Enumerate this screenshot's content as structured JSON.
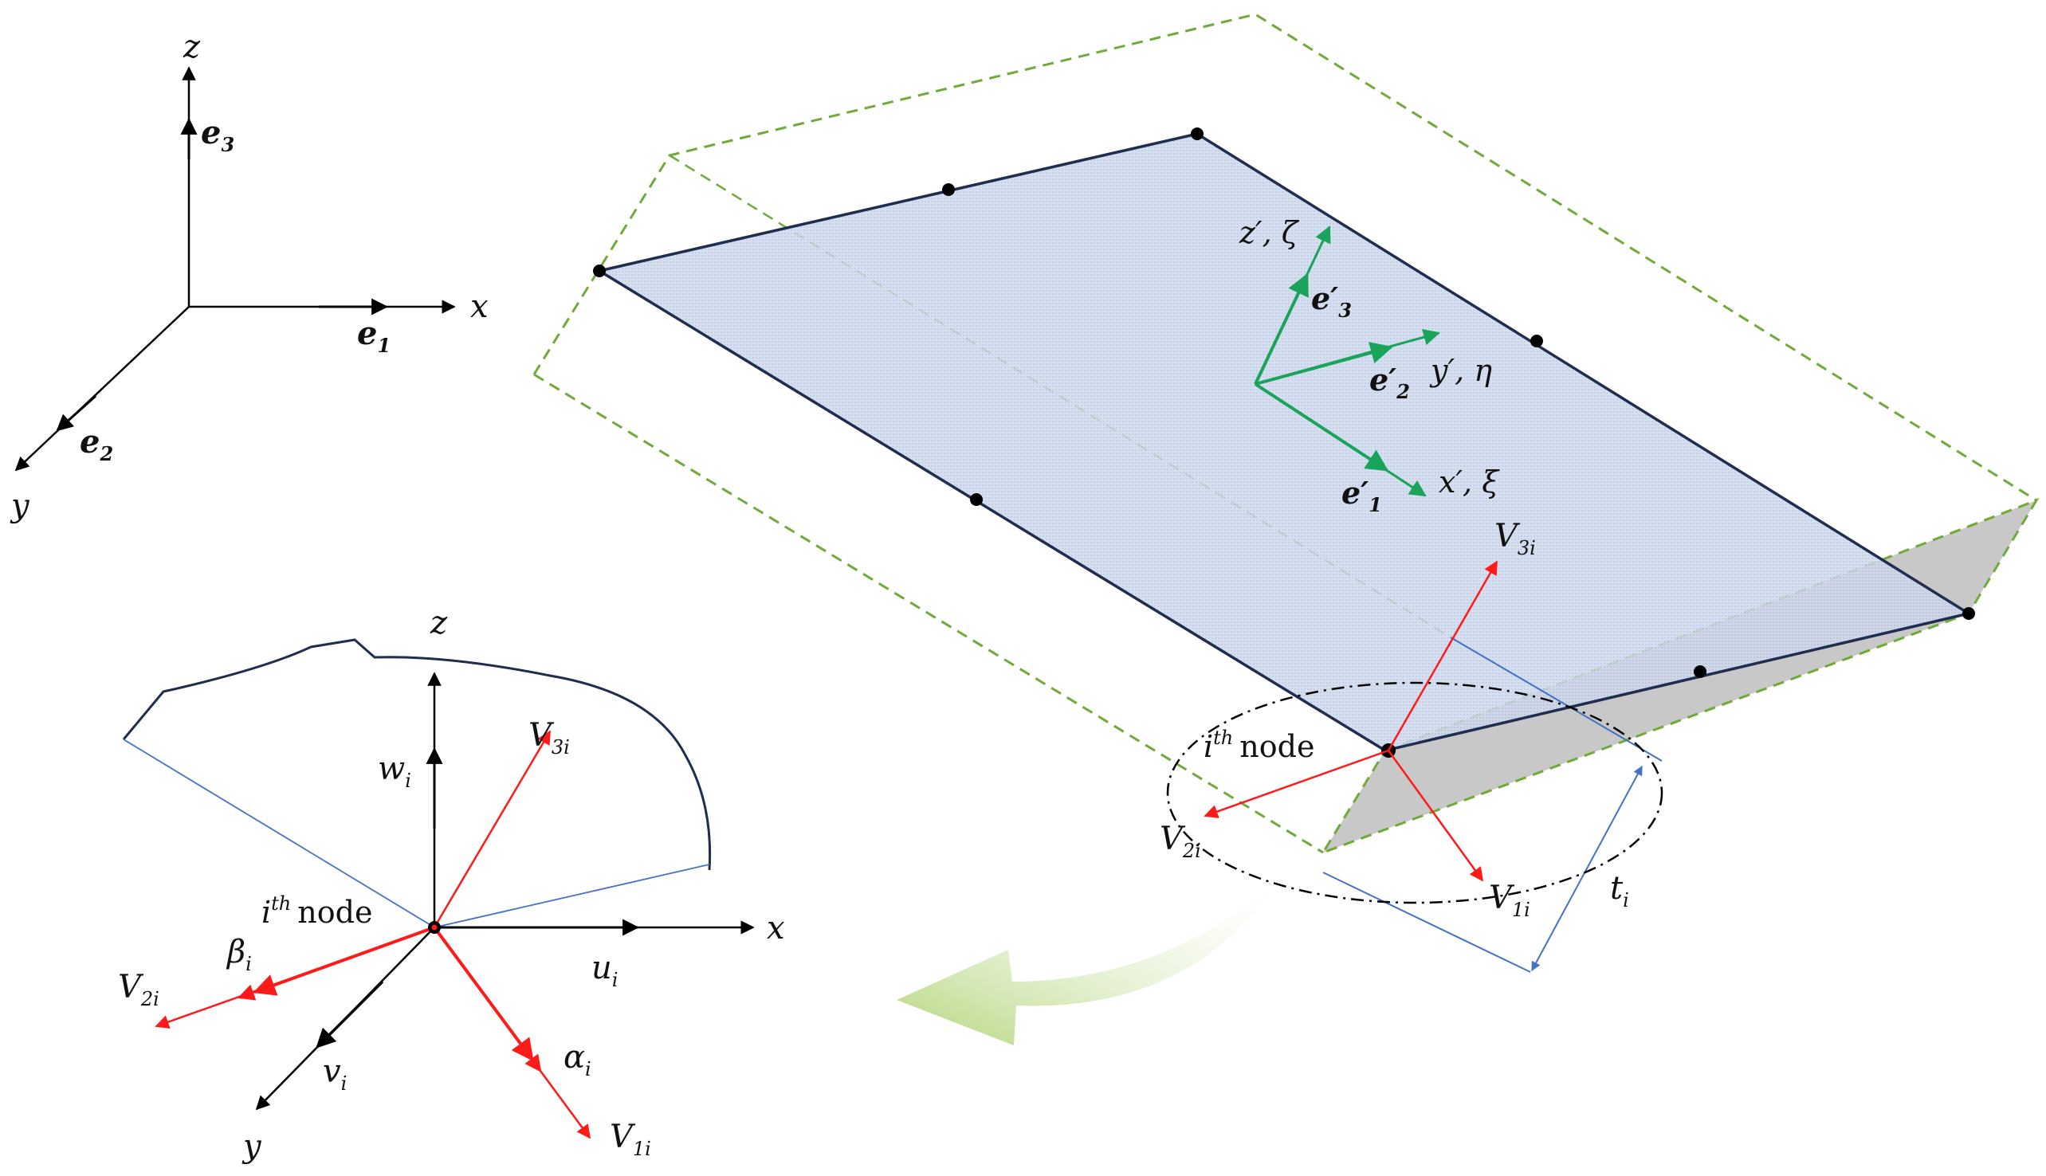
{
  "colors": {
    "dark_edge": "#1f2d4e",
    "plate_fill": "#c9d5ea",
    "dashed_green": "#6faa3a",
    "green_axes": "#1aa35a",
    "red_vectors": "#ff1a1a",
    "blue_line": "#4472c4",
    "gray_section": "#c8c8c8",
    "curved_arrow": "#b5d77c"
  },
  "global_axes": {
    "z": "z",
    "x": "x",
    "y": "y",
    "e1": "e",
    "e1_sub": "1",
    "e2": "e",
    "e2_sub": "2",
    "e3": "e",
    "e3_sub": "3"
  },
  "local_axes": {
    "z_prime": "z′, ζ",
    "y_prime": "y′, η",
    "x_prime": "x′, ξ",
    "e1p": "e′",
    "e1p_sub": "1",
    "e2p": "e′",
    "e2p_sub": "2",
    "e3p": "e′",
    "e3p_sub": "3"
  },
  "element_labels": {
    "V3": "V",
    "V3_sub": "3i",
    "V2": "V",
    "V2_sub": "2i",
    "V1": "V",
    "V1_sub": "1i",
    "node_i": "i",
    "node_sup": "th",
    "node_word": "node",
    "thickness": "t",
    "thickness_sub": "i"
  },
  "detail_labels": {
    "z": "z",
    "x": "x",
    "y": "y",
    "w": "w",
    "w_sub": "i",
    "u": "u",
    "u_sub": "i",
    "v": "v",
    "v_sub": "i",
    "V3": "V",
    "V3_sub": "3i",
    "V2": "V",
    "V2_sub": "2i",
    "V1": "V",
    "V1_sub": "1i",
    "alpha": "α",
    "alpha_sub": "i",
    "beta": "β",
    "beta_sub": "i",
    "node_i": "i",
    "node_sup": "th",
    "node_word": "node"
  }
}
